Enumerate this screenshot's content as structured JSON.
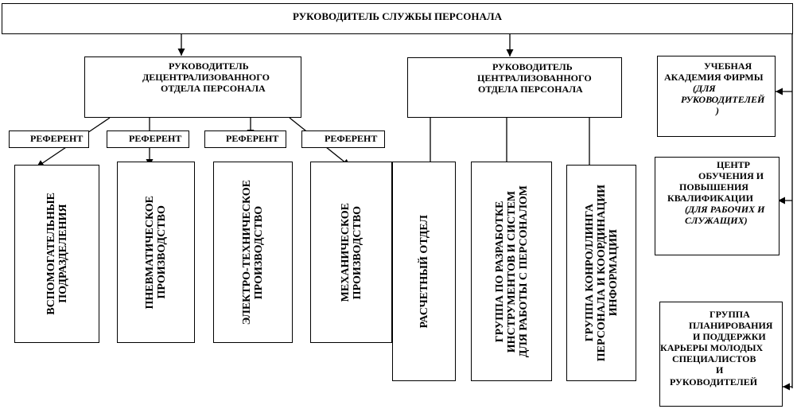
{
  "top": "РУКОВОДИТЕЛЬ СЛУЖБЫ ПЕРСОНАЛА",
  "decentral": [
    "РУКОВОДИТЕЛЬ",
    "ДЕЦЕНТРАЛИЗОВАННОГО",
    "ОТДЕЛА ПЕРСОНАЛА"
  ],
  "central": [
    "РУКОВОДИТЕЛЬ",
    "ЦЕНТРАЛИЗОВАННОГО",
    "ОТДЕЛА ПЕРСОНАЛА"
  ],
  "referent": "РЕФЕРЕНТ",
  "units": [
    [
      "ВСПОМОГАТЕЛЬНЫЕ",
      "ПОДРАЗДЕЛЕНИЯ"
    ],
    [
      "ПНЕВМАТИЧЕСКОЕ",
      "ПРОИЗВОДСТВО"
    ],
    [
      "ЭЛЕКТРО-ТЕХНИЧЕСКОЕ",
      "ПРОИЗВОДСТВО"
    ],
    [
      "МЕХАНИЧЕСКОЕ",
      "ПРОИЗВОДСТВО"
    ],
    [
      "РАСЧЕТНЫЙ ОТДЕЛ"
    ],
    [
      "ГРУППА ПО РАЗРАБОТКЕ",
      "ИНСТРУМЕНТОВ И СИСТЕМ",
      "ДЛЯ РАБОТЫ С ПЕРСОНАЛОМ"
    ],
    [
      "ГРУППА КОНРОЛЛИНГА",
      "ПЕРСОНАЛА И КООРДИНАЦИИ",
      "ИНФОРМАЦИИ"
    ]
  ],
  "academy": [
    "УЧЕБНАЯ",
    "АКАДЕМИЯ ФИРМЫ",
    "(ДЛЯ",
    "РУКОВОДИТЕЛЕЙ",
    ")"
  ],
  "training": [
    "ЦЕНТР",
    "ОБУЧЕНИЯ И",
    "ПОВЫШЕНИЯ",
    "КВАЛИФИКАЦИИ",
    "(ДЛЯ РАБОЧИХ И",
    "СЛУЖАЩИХ)"
  ],
  "career": [
    "ГРУППА",
    "ПЛАНИРОВАНИЯ",
    "И ПОДДЕРЖКИ",
    "КАРЬЕРЫ МОЛОДЫХ",
    "СПЕЦИАЛИСТОВ",
    "И",
    "РУКОВОДИТЕЛЕЙ"
  ]
}
